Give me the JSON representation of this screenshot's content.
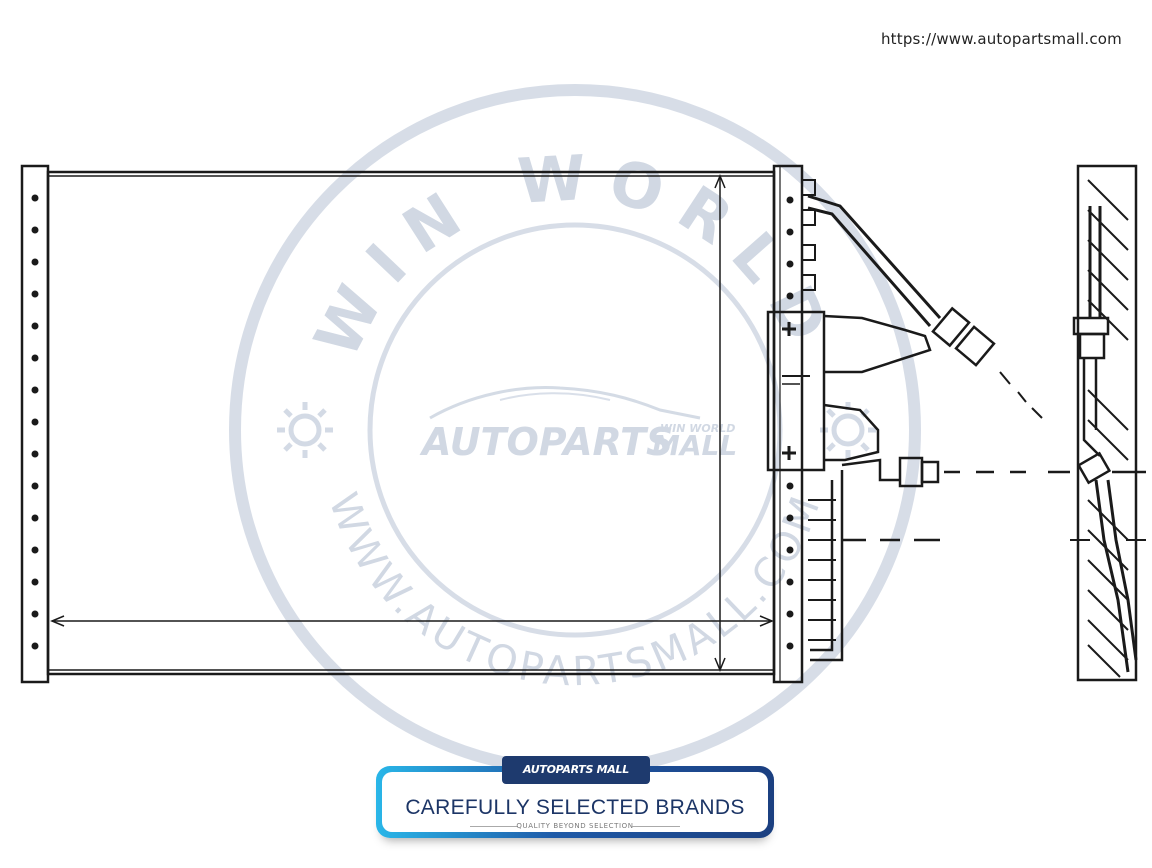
{
  "header": {
    "url": "https://www.autopartsmall.com"
  },
  "watermark": {
    "top_arc_text": "WIN WORLD",
    "bottom_arc_text": "WWW.AUTOPARTSMALL.COM",
    "logo_main": "AUTOPARTS",
    "logo_mall": "MALL",
    "logo_small": "WIN WORLD",
    "color": "#c9d2df"
  },
  "banner": {
    "logo_text": "AUTOPARTS MALL",
    "title": "CAREFULLY SELECTED BRANDS",
    "subtitle": "QUALITY BEYOND SELECTION",
    "accent_light": "#29b6e8",
    "accent_dark": "#1b3f80"
  },
  "drawing": {
    "subject": "condenser",
    "line_color": "#1a1a1a"
  }
}
